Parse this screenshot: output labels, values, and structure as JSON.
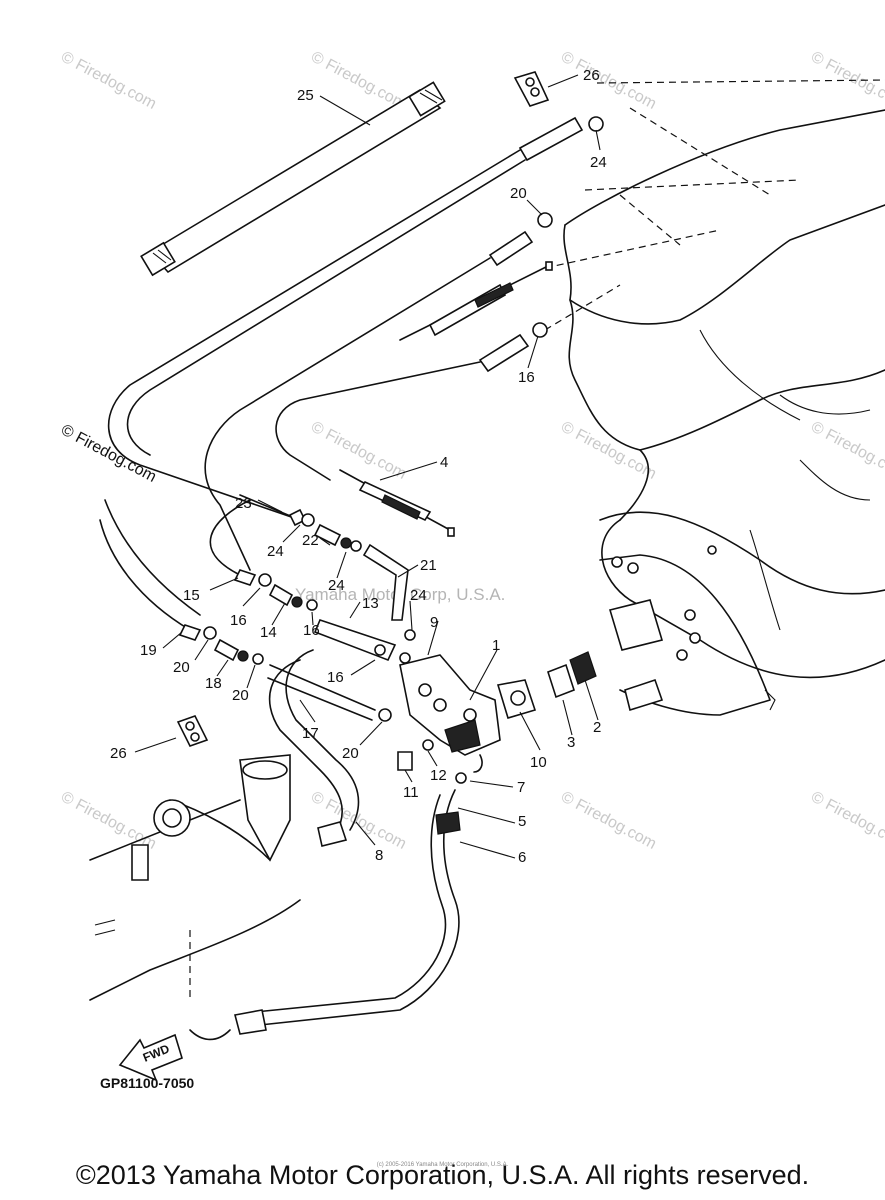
{
  "diagram": {
    "drawing_code": "GP81100-7050",
    "copyright": "©2013 Yamaha Motor Corporation, U.S.A. All rights reserved.",
    "tiny_notice": "(c) 2005-2016 Yamaha Motor Corporation, U.S.A.",
    "center_watermark": "Yamaha Motor Corp, U.S.A.",
    "watermark": "© Firedog.com",
    "fwd_label": "FWD",
    "callouts": {
      "c1": "1",
      "c2": "2",
      "c3": "3",
      "c4": "4",
      "c5": "5",
      "c6": "6",
      "c7": "7",
      "c8": "8",
      "c9": "9",
      "c10": "10",
      "c11": "11",
      "c12": "12",
      "c13": "13",
      "c14": "14",
      "c15": "15",
      "c16a": "16",
      "c16b": "16",
      "c16c": "16",
      "c16d": "16",
      "c17": "17",
      "c18": "18",
      "c19": "19",
      "c20a": "20",
      "c20b": "20",
      "c20c": "20",
      "c20d": "20",
      "c21": "21",
      "c22": "22",
      "c23": "23",
      "c24a": "24",
      "c24b": "24",
      "c24c": "24",
      "c24d": "24",
      "c25": "25",
      "c26a": "26",
      "c26b": "26"
    }
  }
}
